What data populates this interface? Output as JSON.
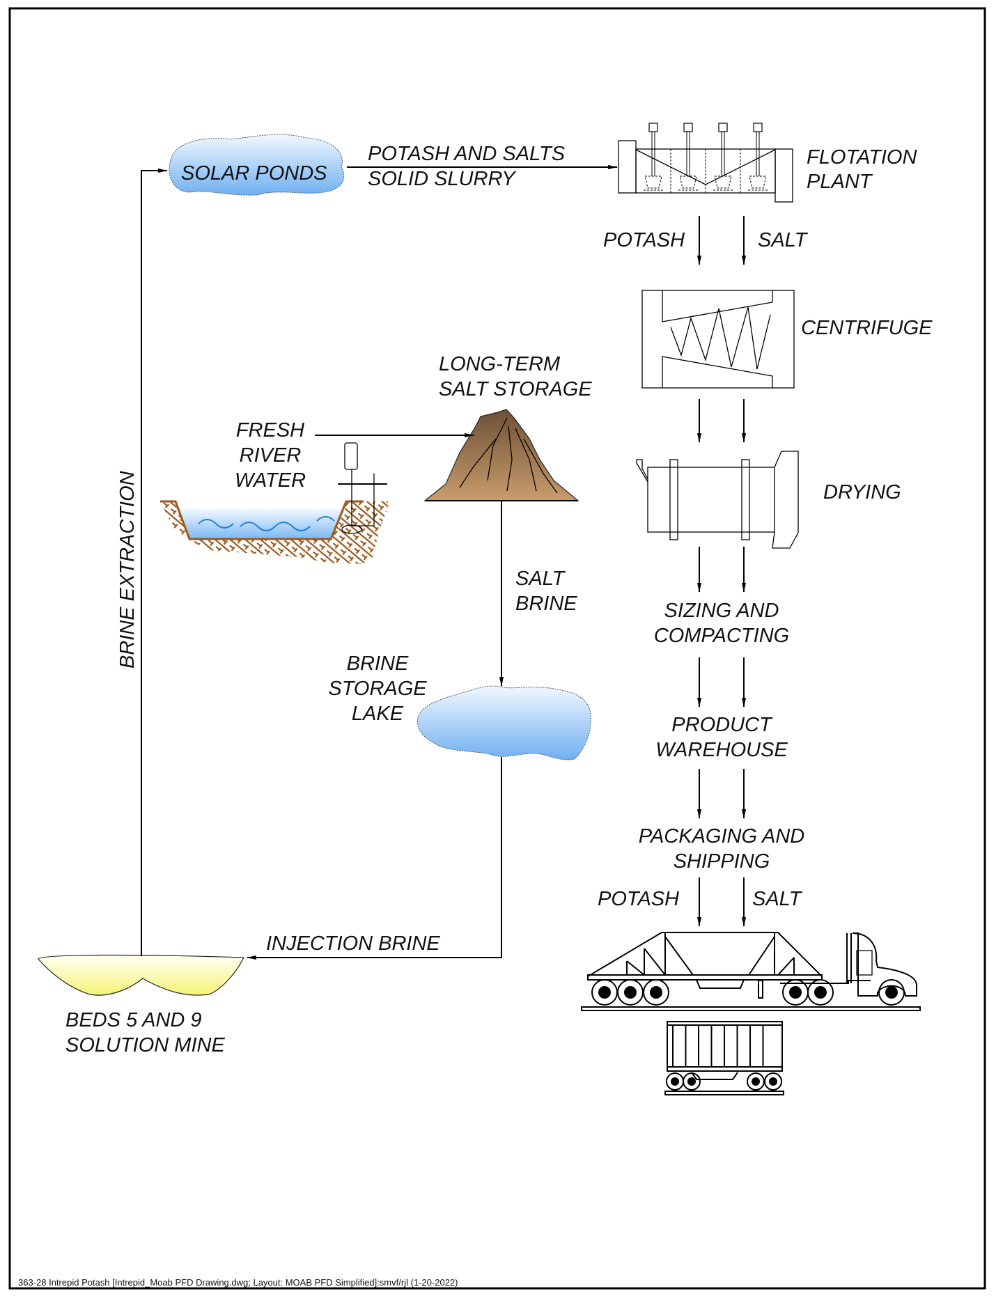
{
  "diagram": {
    "type": "process-flow-diagram",
    "nodes": {
      "solar_ponds": "SOLAR PONDS",
      "flotation_plant": [
        "FLOTATION",
        "PLANT"
      ],
      "centrifuge": "CENTRIFUGE",
      "long_term_salt_storage": [
        "LONG-TERM",
        "SALT STORAGE"
      ],
      "fresh_river_water": [
        "FRESH",
        "RIVER",
        "WATER"
      ],
      "drying": "DRYING",
      "sizing_and_compacting": [
        "SIZING AND",
        "COMPACTING"
      ],
      "brine_storage_lake": [
        "BRINE",
        "STORAGE",
        "LAKE"
      ],
      "product_warehouse": [
        "PRODUCT",
        "WAREHOUSE"
      ],
      "packaging_and_shipping": [
        "PACKAGING AND",
        "SHIPPING"
      ],
      "solution_mine": [
        "BEDS 5 AND 9",
        "SOLUTION MINE"
      ]
    },
    "flows": {
      "pond_to_flotation": [
        "POTASH AND SALTS",
        "SOLID SLURRY"
      ],
      "potash": "POTASH",
      "salt": "SALT",
      "salt_brine": [
        "SALT",
        "BRINE"
      ],
      "injection_brine": "INJECTION BRINE",
      "brine_extraction": "BRINE EXTRACTION",
      "ship_potash": "POTASH",
      "ship_salt": "SALT"
    },
    "colors": {
      "water_light": "#eaf4ff",
      "water_dark": "#6fb0f2",
      "mound_light": "#c7996a",
      "mound_dark": "#7a5a3c",
      "soil_hatch": "#9a5a1e",
      "mine_light": "#fffef0",
      "mine_dark": "#f7f57e",
      "wave": "#1e7fd8"
    }
  },
  "footer": {
    "caption": "363-28 Intrepid Potash [Intrepid_Moab PFD Drawing.dwg; Layout: MOAB PFD Simplified]:smvf/rjl (1-20-2022)"
  }
}
